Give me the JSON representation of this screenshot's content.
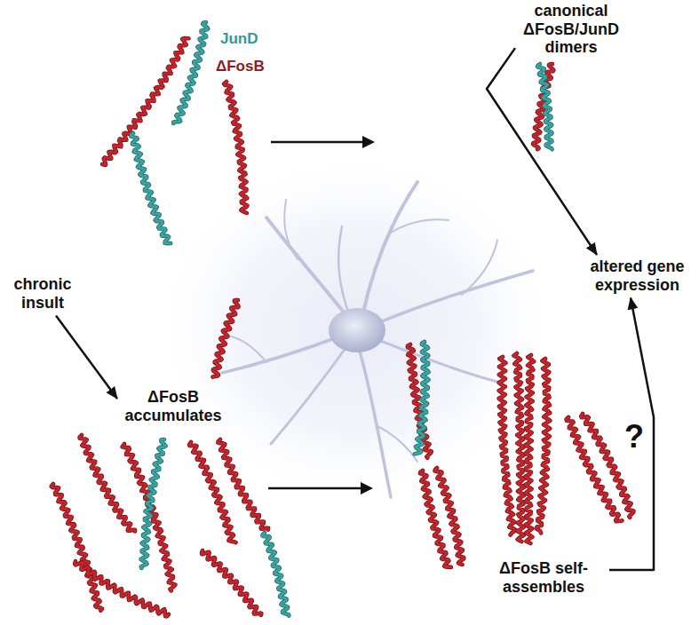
{
  "diagram": {
    "nodes": [
      {
        "text": [
          "canonical ΔFosB/JunD dimers"
        ]
      },
      {
        "text": [
          "altered gene expression"
        ]
      },
      {
        "text": [
          "chronic insult"
        ]
      },
      {
        "text": [
          "ΔFosB accumulates"
        ]
      },
      {
        "text": [
          "ΔFosB self-assembles"
        ]
      }
    ],
    "edges": [
      {
        "from": 0,
        "to": 1,
        "arrow": "to"
      },
      {
        "from": 2,
        "to": 3,
        "arrow": "to"
      },
      {
        "from": 4,
        "to": 1,
        "label": "?",
        "arrow": "to"
      }
    ],
    "labels": [
      "JunD",
      "ΔFosB"
    ]
  }
}
